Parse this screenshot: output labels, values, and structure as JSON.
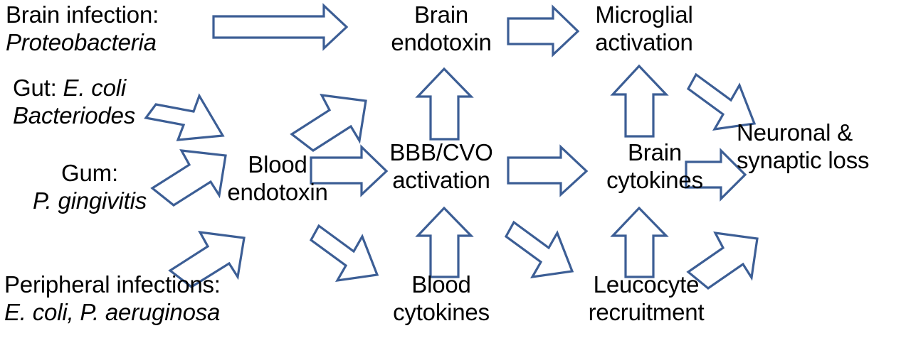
{
  "diagram": {
    "title": "Endotoxin and neuroinflammation pathway",
    "accent_color": "#3C5E95",
    "text_color": "#000000",
    "background": "#ffffff",
    "nodes": [
      {
        "id": "brain-infection",
        "lines": [
          "Brain infection:",
          "Proteobacteria"
        ],
        "line1": "Brain infection:",
        "line2": "Proteobacteria"
      },
      {
        "id": "gut",
        "lines": [
          "Gut: E. coli",
          "Bacteriodes"
        ],
        "line1_plain": "Gut: ",
        "line1_italic": "E. coli",
        "line2": "Bacteriodes"
      },
      {
        "id": "gum",
        "lines": [
          "Gum:",
          "P. gingivitis"
        ],
        "line1": "Gum:",
        "line2": "P. gingivitis"
      },
      {
        "id": "peripheral-infections",
        "lines": [
          "Peripheral infections:",
          "E. coli, P. aeruginosa"
        ],
        "line1": "Peripheral infections:",
        "line2": "E. coli, P. aeruginosa"
      },
      {
        "id": "blood-endotoxin",
        "lines": [
          "Blood",
          "endotoxin"
        ],
        "line1": "Blood",
        "line2": "endotoxin"
      },
      {
        "id": "brain-endotoxin",
        "lines": [
          "Brain",
          "endotoxin"
        ],
        "line1": "Brain",
        "line2": "endotoxin"
      },
      {
        "id": "bbb-cvo-activation",
        "lines": [
          "BBB/CVO",
          "activation"
        ],
        "line1": "BBB/CVO",
        "line2": "activation"
      },
      {
        "id": "blood-cytokines",
        "lines": [
          "Blood",
          "cytokines"
        ],
        "line1": "Blood",
        "line2": "cytokines"
      },
      {
        "id": "microglial-activation",
        "lines": [
          "Microglial",
          "activation"
        ],
        "line1": "Microglial",
        "line2": "activation"
      },
      {
        "id": "brain-cytokines",
        "lines": [
          "Brain",
          "cytokines"
        ],
        "line1": "Brain",
        "line2": "cytokines"
      },
      {
        "id": "leucocyte-recruitment",
        "lines": [
          "Leucocyte",
          "recruitment"
        ],
        "line1": "Leucocyte",
        "line2": "recruitment"
      },
      {
        "id": "neuronal-synaptic-loss",
        "lines": [
          "Neuronal &",
          "synaptic loss"
        ],
        "line1": "Neuronal &",
        "line2": "synaptic loss"
      }
    ],
    "edges": [
      {
        "from": "brain-infection",
        "to": "brain-endotoxin",
        "direction": "right"
      },
      {
        "from": "gut",
        "to": "blood-endotoxin",
        "direction": "down-right"
      },
      {
        "from": "gum",
        "to": "blood-endotoxin",
        "direction": "up-right"
      },
      {
        "from": "peripheral-infections",
        "to": "blood-endotoxin",
        "direction": "up-right"
      },
      {
        "from": "blood-endotoxin",
        "to": "brain-endotoxin",
        "direction": "up-right"
      },
      {
        "from": "blood-endotoxin",
        "to": "bbb-cvo-activation",
        "direction": "right"
      },
      {
        "from": "blood-endotoxin",
        "to": "blood-cytokines",
        "direction": "down-right"
      },
      {
        "from": "bbb-cvo-activation",
        "to": "brain-endotoxin",
        "direction": "up"
      },
      {
        "from": "blood-cytokines",
        "to": "bbb-cvo-activation",
        "direction": "up"
      },
      {
        "from": "bbb-cvo-activation",
        "to": "brain-cytokines",
        "direction": "right"
      },
      {
        "from": "bbb-cvo-activation",
        "to": "leucocyte-recruitment",
        "direction": "down-right"
      },
      {
        "from": "brain-endotoxin",
        "to": "microglial-activation",
        "direction": "right"
      },
      {
        "from": "brain-cytokines",
        "to": "microglial-activation",
        "direction": "up"
      },
      {
        "from": "leucocyte-recruitment",
        "to": "brain-cytokines",
        "direction": "up"
      },
      {
        "from": "microglial-activation",
        "to": "neuronal-synaptic-loss",
        "direction": "down-right"
      },
      {
        "from": "brain-cytokines",
        "to": "neuronal-synaptic-loss",
        "direction": "right"
      },
      {
        "from": "leucocyte-recruitment",
        "to": "neuronal-synaptic-loss",
        "direction": "up-right"
      }
    ]
  }
}
